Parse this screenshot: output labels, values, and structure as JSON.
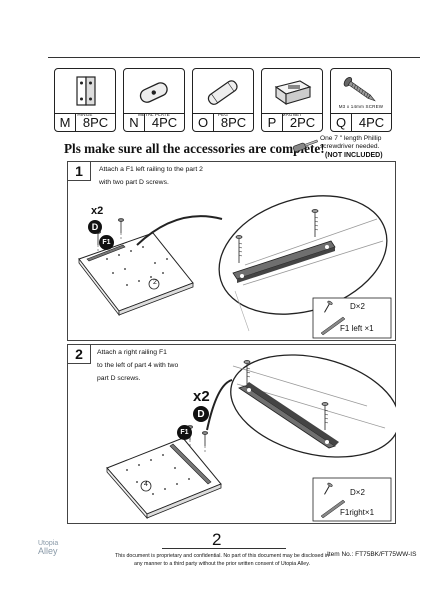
{
  "accessories": [
    {
      "name": "HINGE",
      "letter": "M",
      "qty": "8PC",
      "icon": "hinge-icon"
    },
    {
      "name": "METAL PLATE",
      "letter": "N",
      "qty": "4PC",
      "icon": "metal-plate-icon"
    },
    {
      "name": "PEG",
      "letter": "O",
      "qty": "8PC",
      "icon": "peg-icon"
    },
    {
      "name": "MAGNET",
      "letter": "P",
      "qty": "2PC",
      "icon": "magnet-icon"
    },
    {
      "name": "M3 x 14mm SCREW",
      "letter": "Q",
      "qty": "4PC",
      "icon": "screw-icon"
    }
  ],
  "headline": "Pls make sure all the accessories are complete!",
  "screwdriver_note": "One 7 \" length Phillip screwdriver needed.",
  "not_included": "(NOT INCLUDED)",
  "step1": {
    "number": "1",
    "line1": "Attach a F1 left railing to the part 2",
    "line2": "with two part D screws.",
    "mult": "x2",
    "screw_label": "D",
    "rail_label": "F1",
    "part_label": "2",
    "count_screw": "D×2",
    "count_rail": "F1 left ×1"
  },
  "step2": {
    "number": "2",
    "line1": "Attach a right railing F1",
    "line2": "to the  left of part 4  with  two",
    "line3": "part D screws.",
    "mult": "x2",
    "screw_label": "D",
    "rail_label": "F1",
    "part_label": "4",
    "count_screw": "D×2",
    "count_rail": "F1right×1"
  },
  "footer": {
    "page": "2",
    "line1": "This document is proprietary and confidential. No part of this document may be disclosed in",
    "line2": "any manner to a third party without the prior written consent of Utopia Alley.",
    "item": "Item No.: FT75BK/FT75WW-IS",
    "logo1": "Utopia",
    "logo2": "Alley"
  },
  "colors": {
    "line": "#222222",
    "badge": "#111111",
    "rail": "#555555"
  }
}
